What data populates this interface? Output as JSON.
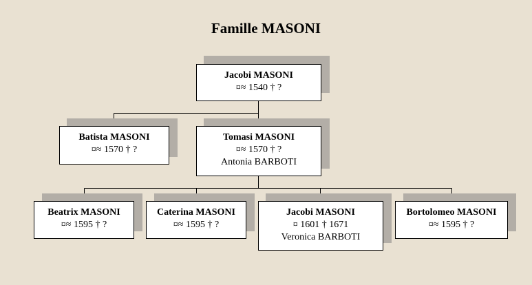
{
  "title": "Famille MASONI",
  "colors": {
    "background": "#e9e1d2",
    "box": "#ffffff",
    "shadow": "#b3aea7",
    "line": "#000000"
  },
  "people": {
    "jacobi_1540": {
      "name": "Jacobi MASONI",
      "dates": "¤≈ 1540 † ?"
    },
    "batista": {
      "name": "Batista MASONI",
      "dates": "¤≈ 1570 † ?"
    },
    "tomasi": {
      "name": "Tomasi MASONI",
      "dates": "¤≈ 1570 † ?",
      "spouse": "Antonia BARBOTI"
    },
    "beatrix": {
      "name": "Beatrix MASONI",
      "dates": "¤≈ 1595 † ?"
    },
    "caterina": {
      "name": "Caterina MASONI",
      "dates": "¤≈ 1595 † ?"
    },
    "jacobi_1601": {
      "name": "Jacobi MASONI",
      "dates": "¤ 1601 † 1671",
      "spouse": "Veronica BARBOTI"
    },
    "bortolomeo": {
      "name": "Bortolomeo MASONI",
      "dates": "¤≈ 1595 † ?"
    }
  }
}
